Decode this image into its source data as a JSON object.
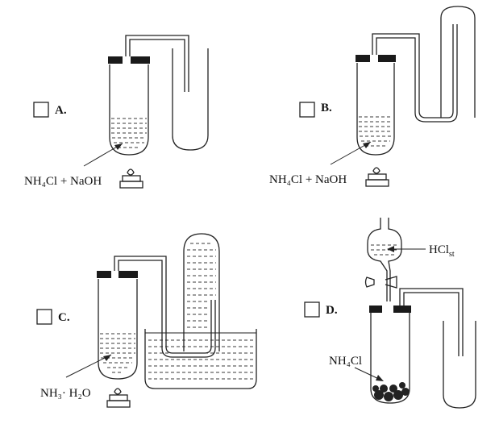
{
  "options": [
    {
      "key": "A",
      "label": "A.",
      "substance": "NH₄Cl + NaOH"
    },
    {
      "key": "B",
      "label": "B.",
      "substance": "NH₄Cl + NaOH"
    },
    {
      "key": "C",
      "label": "C.",
      "substance": "NH₃· H₂O"
    },
    {
      "key": "D",
      "label": "D.",
      "substance": "NH₄Cl",
      "funnel_reagent": "HCl",
      "funnel_reagent_sub": "st"
    }
  ],
  "colors": {
    "line": "#222222",
    "stopper": "#1a1a1a",
    "liquid_dash": "#3a3a3a"
  }
}
